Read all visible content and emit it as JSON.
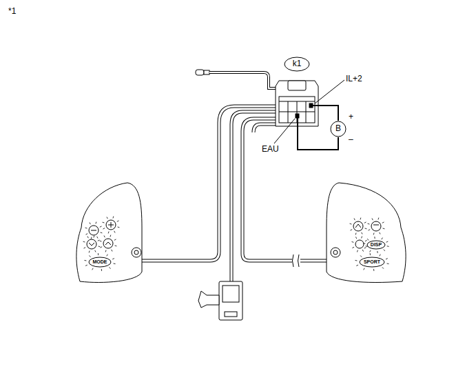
{
  "diagram": {
    "nodes": [
      {
        "text": [
          "k1"
        ]
      },
      {
        "text": [
          "B"
        ]
      }
    ],
    "edges": [],
    "labels": [
      "*1",
      "IL+2",
      "EAU",
      "+",
      "–",
      "MODE",
      "DISP",
      "SPORT"
    ]
  }
}
